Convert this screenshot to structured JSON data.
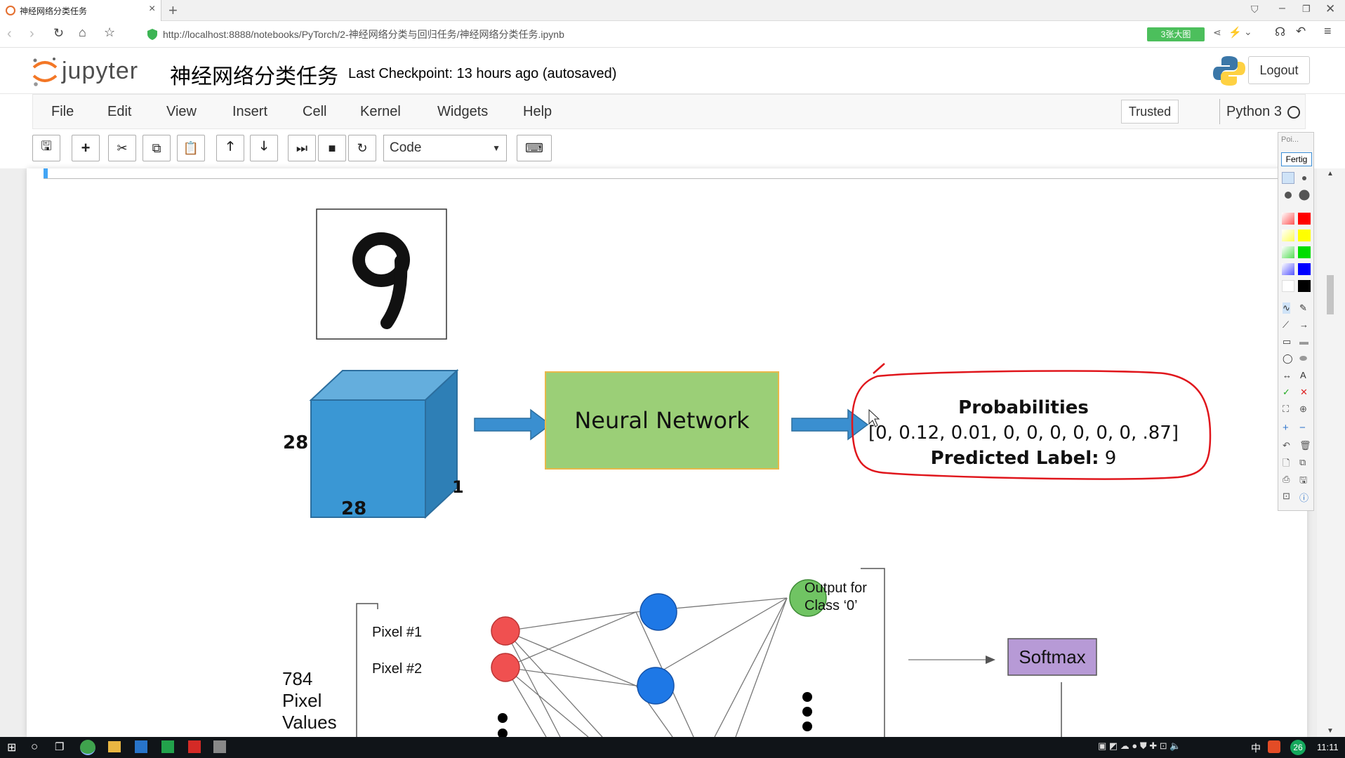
{
  "browser": {
    "tab_title": "神经网络分类任务",
    "url": "http://localhost:8888/notebooks/PyTorch/2-神经网络分类与回归任务/神经网络分类任务.ipynb",
    "badge": "3张大图"
  },
  "jupyter": {
    "logo_text": "jupyter",
    "notebook_title": "神经网络分类任务",
    "checkpoint": "Last Checkpoint: 13 hours ago (autosaved)",
    "logout": "Logout",
    "trusted": "Trusted",
    "kernel": "Python 3",
    "menu": [
      "File",
      "Edit",
      "View",
      "Insert",
      "Cell",
      "Kernel",
      "Widgets",
      "Help"
    ],
    "cell_type": "Code"
  },
  "toolbar_icons": [
    "save-icon",
    "plus-icon",
    "scissors-icon",
    "copy-icon",
    "paste-icon",
    "arrow-up-icon",
    "arrow-down-icon",
    "step-forward-icon",
    "stop-icon",
    "restart-icon"
  ],
  "figure1": {
    "dim_left": "28",
    "dim_bottom": "28",
    "dim_depth": "1",
    "network_label": "Neural Network",
    "prob_title": "Probabilities",
    "prob_values": "[0, 0.12, 0.01, 0, 0, 0, 0, 0, 0, .87]",
    "pred_label_bold": "Predicted Label:",
    "pred_value": "9"
  },
  "figure2": {
    "pixel1": "Pixel #1",
    "pixel2": "Pixel #2",
    "input_line1": "784",
    "input_line2": "Pixel",
    "input_line3": "Values",
    "output_line1": "Output for",
    "output_line2": "Class ‘0’",
    "softmax": "Softmax"
  },
  "annotation_panel": {
    "header": "Poi...",
    "done": "Fertig"
  },
  "taskbar": {
    "time": "11:11",
    "ime": "中",
    "badge": "26"
  },
  "colors": {
    "cube_front": "#3a97d4",
    "network_box": "#9bcf77",
    "red_oval": "#e0161c",
    "input_node": "#f05050",
    "hidden_node": "#1e78e6",
    "output_node": "#70c463",
    "softmax_box": "#b79ad6"
  }
}
